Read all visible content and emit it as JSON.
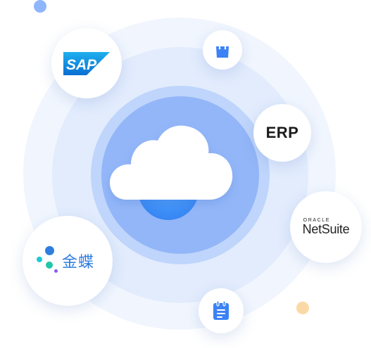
{
  "diagram": {
    "center": {
      "icon": "cloud-icon"
    },
    "nodes": [
      {
        "id": "sap",
        "label": "SAP",
        "icon": "sap-logo"
      },
      {
        "id": "shop",
        "icon": "shopping-bag-icon"
      },
      {
        "id": "erp",
        "label": "ERP"
      },
      {
        "id": "netsuite",
        "prefix": "ORACLE",
        "label": "NetSuite"
      },
      {
        "id": "kingdee",
        "label": "金蝶",
        "icon": "kingdee-dots-logo"
      },
      {
        "id": "notes",
        "icon": "clipboard-icon"
      }
    ]
  },
  "colors": {
    "ring_outer": "#f1f6fe",
    "ring_mid": "#e2ecfd",
    "ring_inner": "#bfd5fb",
    "ring_core": "#93b6f8",
    "accent_blue": "#3b82f6",
    "kingdee_blue": "#2f7de0",
    "deco_yellow": "#fbd9a6"
  }
}
